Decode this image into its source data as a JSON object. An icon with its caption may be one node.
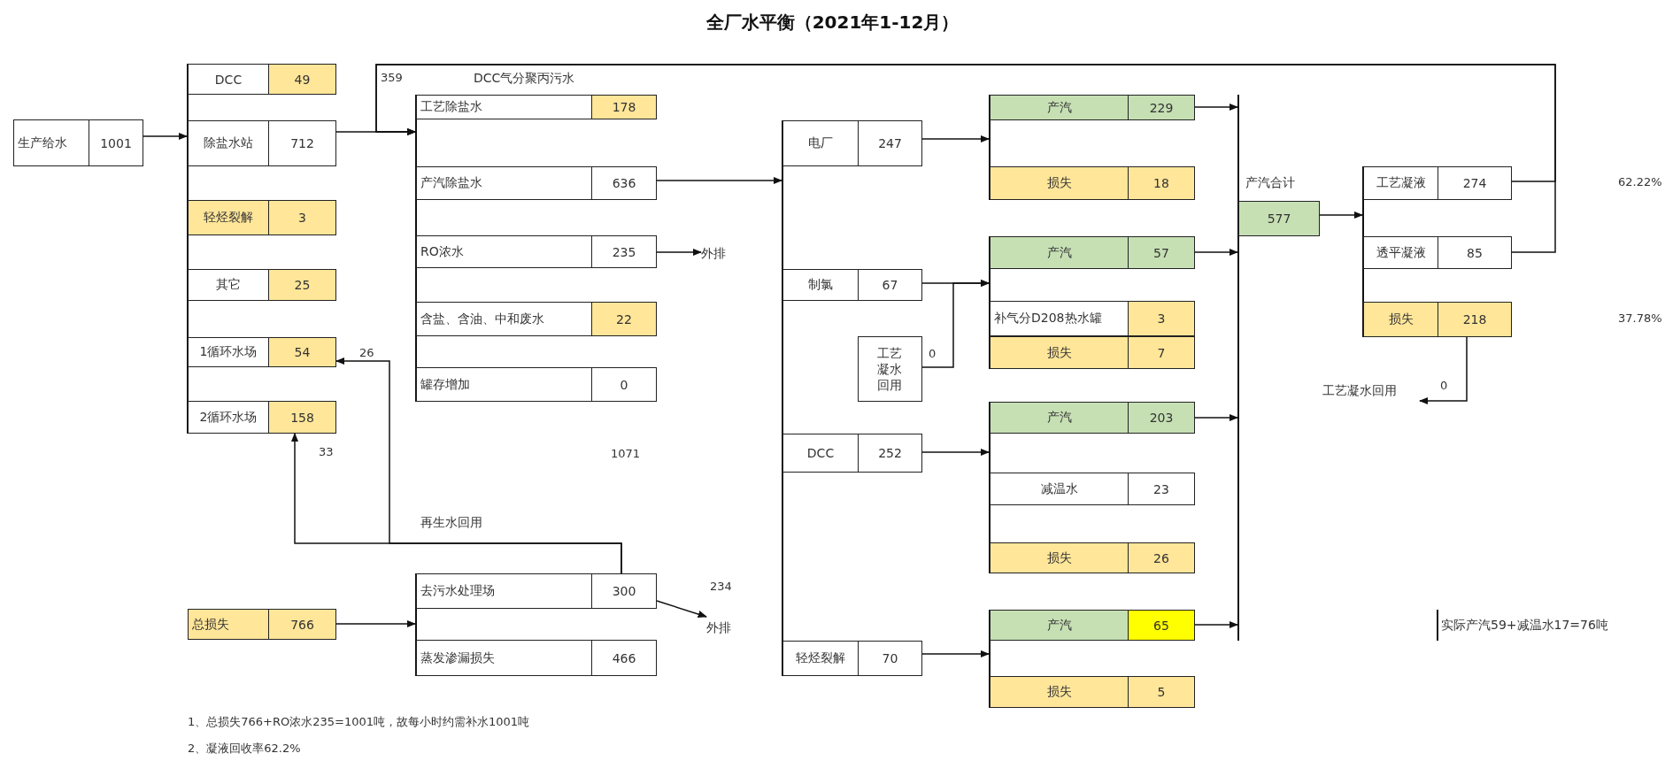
{
  "diagram": {
    "title": "全厂水平衡（2021年1-12月）",
    "nodes": [
      {
        "text": [
          "生产给水",
          "1001"
        ]
      },
      {
        "text": [],
        "shape": "bar"
      },
      {
        "text": [
          "DCC",
          "49"
        ]
      },
      {
        "text": [
          "除盐水站",
          "712"
        ]
      },
      {
        "text": [
          "轻烃裂解",
          "3"
        ]
      },
      {
        "text": [
          "其它",
          "25"
        ]
      },
      {
        "text": [
          "1循环水场",
          "54"
        ]
      },
      {
        "text": [
          "2循环水场",
          "158"
        ]
      },
      {
        "text": [],
        "shape": "bar"
      },
      {
        "text": [
          "工艺除盐水",
          "178"
        ]
      },
      {
        "text": [
          "产汽除盐水",
          "636"
        ]
      },
      {
        "text": [
          "RO浓水",
          "235"
        ]
      },
      {
        "text": [
          "含盐、含油、中和废水",
          "22"
        ]
      },
      {
        "text": [
          "罐存增加",
          "0"
        ]
      },
      {
        "text": [
          "外排"
        ]
      },
      {
        "text": [
          "总损失",
          "766"
        ]
      },
      {
        "text": [],
        "shape": "bar"
      },
      {
        "text": [
          "去污水处理场",
          "300"
        ]
      },
      {
        "text": [
          "蒸发渗漏损失",
          "466"
        ]
      },
      {
        "text": [
          "外排"
        ]
      },
      {
        "text": [],
        "shape": "bar"
      },
      {
        "text": [
          "电厂",
          "247"
        ]
      },
      {
        "text": [
          "制氯",
          "67"
        ]
      },
      {
        "text": [
          "工艺凝水回用"
        ]
      },
      {
        "text": [
          "DCC",
          "252"
        ]
      },
      {
        "text": [
          "轻烃裂解",
          "70"
        ]
      },
      {
        "text": [],
        "shape": "bar"
      },
      {
        "text": [
          "产汽",
          "229"
        ]
      },
      {
        "text": [
          "损失",
          "18"
        ]
      },
      {
        "text": [],
        "shape": "bar"
      },
      {
        "text": [
          "产汽",
          "57"
        ]
      },
      {
        "text": [
          "补气分D208热水罐",
          "3"
        ]
      },
      {
        "text": [
          "损失",
          "7"
        ]
      },
      {
        "text": [],
        "shape": "bar"
      },
      {
        "text": [
          "产汽",
          "203"
        ]
      },
      {
        "text": [
          "减温水",
          "23"
        ]
      },
      {
        "text": [
          "损失",
          "26"
        ]
      },
      {
        "text": [],
        "shape": "bar"
      },
      {
        "text": [
          "产汽",
          "65"
        ]
      },
      {
        "text": [
          "损失",
          "5"
        ]
      },
      {
        "text": [],
        "shape": "bar"
      },
      {
        "text": [
          "产汽合计",
          "577"
        ]
      },
      {
        "text": [],
        "shape": "bar"
      },
      {
        "text": [
          "工艺凝液",
          "274"
        ]
      },
      {
        "text": [
          "透平凝液",
          "85"
        ]
      },
      {
        "text": [
          "损失",
          "218"
        ]
      },
      {
        "text": [
          "工艺凝水回用"
        ]
      }
    ],
    "edges": [
      {
        "from": 0,
        "to": 1,
        "arrow": "to"
      },
      {
        "from": 3,
        "to": 8,
        "arrow": "to"
      },
      {
        "from": 11,
        "to": 14,
        "arrow": "to"
      },
      {
        "from": 15,
        "to": 16,
        "arrow": "to"
      },
      {
        "from": 17,
        "to": 19,
        "arrow": "to",
        "label": "234"
      },
      {
        "from": 17,
        "to": 7,
        "arrow": "to",
        "label": "33"
      },
      {
        "from": 17,
        "to": 6,
        "arrow": "to",
        "label": "26"
      },
      {
        "from": 10,
        "to": 20,
        "arrow": "to"
      },
      {
        "from": 21,
        "to": 26,
        "arrow": "to"
      },
      {
        "from": 22,
        "to": 29,
        "arrow": "to"
      },
      {
        "from": 23,
        "to": 29,
        "arrow": "to",
        "label": "0"
      },
      {
        "from": 24,
        "to": 33,
        "arrow": "to"
      },
      {
        "from": 25,
        "to": 37,
        "arrow": "to"
      },
      {
        "from": 27,
        "to": 40,
        "arrow": "to"
      },
      {
        "from": 30,
        "to": 40,
        "arrow": "to"
      },
      {
        "from": 34,
        "to": 40,
        "arrow": "to"
      },
      {
        "from": 38,
        "to": 40,
        "arrow": "to"
      },
      {
        "from": 41,
        "to": 42,
        "arrow": "to"
      },
      {
        "from": 43,
        "to": 8,
        "arrow": "to",
        "label": "359"
      },
      {
        "from": 44,
        "to": 8,
        "arrow": "to"
      },
      {
        "from": 45,
        "to": 46,
        "arrow": "to",
        "label": "0"
      }
    ],
    "labels": [
      "DCC气分聚丙污水",
      "62.22%",
      "37.78%",
      "1071",
      "再生水回用",
      "实际产汽59+减温水17=76吨",
      "1、总损失766+RO浓水235=1001吨，故每小时约需补水1001吨",
      "2、凝液回收率62.2%"
    ]
  }
}
